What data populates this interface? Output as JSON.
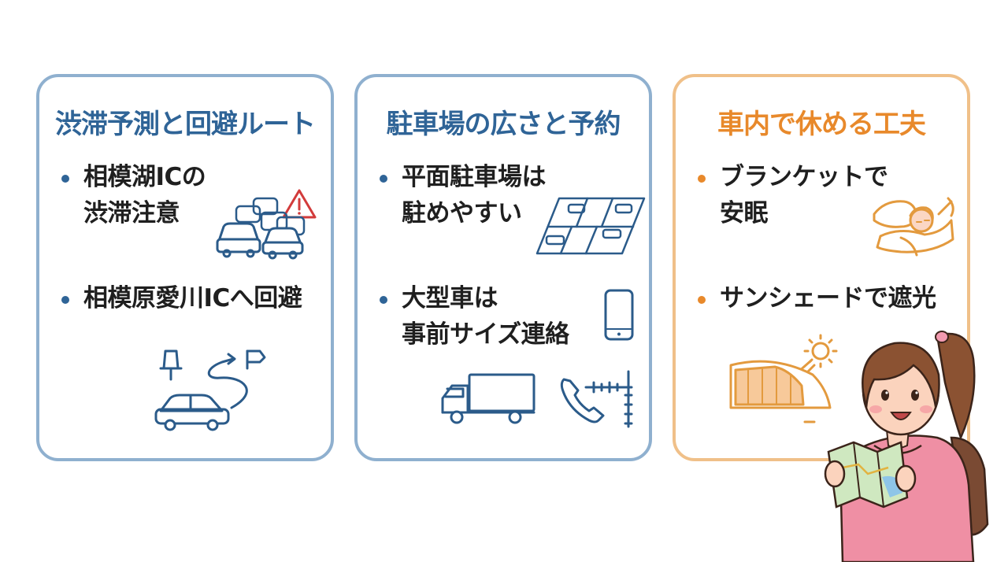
{
  "cards": [
    {
      "title": "渋滞予測と回避ルート",
      "bullets": [
        {
          "lines": [
            "相模湖ICの",
            "渋滞注意"
          ]
        },
        {
          "lines": [
            "相模原愛川ICへ回避"
          ]
        }
      ]
    },
    {
      "title": "駐車場の広さと予約",
      "bullets": [
        {
          "lines": [
            "平面駐車場は",
            "駐めやすい"
          ]
        },
        {
          "lines": [
            "大型車は",
            "事前サイズ連絡"
          ]
        }
      ]
    },
    {
      "title": "車内で休める工夫",
      "bullets": [
        {
          "lines": [
            "ブランケットで",
            "安眠"
          ]
        },
        {
          "lines": [
            "サンシェードで遮光"
          ]
        }
      ]
    }
  ],
  "colors": {
    "blue_accent": "#2f6497",
    "orange_accent": "#e8892b",
    "blue_border": "#8fb0cf",
    "orange_border": "#f0c089"
  },
  "icons": [
    "traffic-jam-icon",
    "warning-icon",
    "detour-route-icon",
    "parking-lot-icon",
    "smartphone-icon",
    "truck-icon",
    "phone-measure-icon",
    "sleeping-person-icon",
    "sunshade-icon",
    "traveler-girl-illustration"
  ]
}
